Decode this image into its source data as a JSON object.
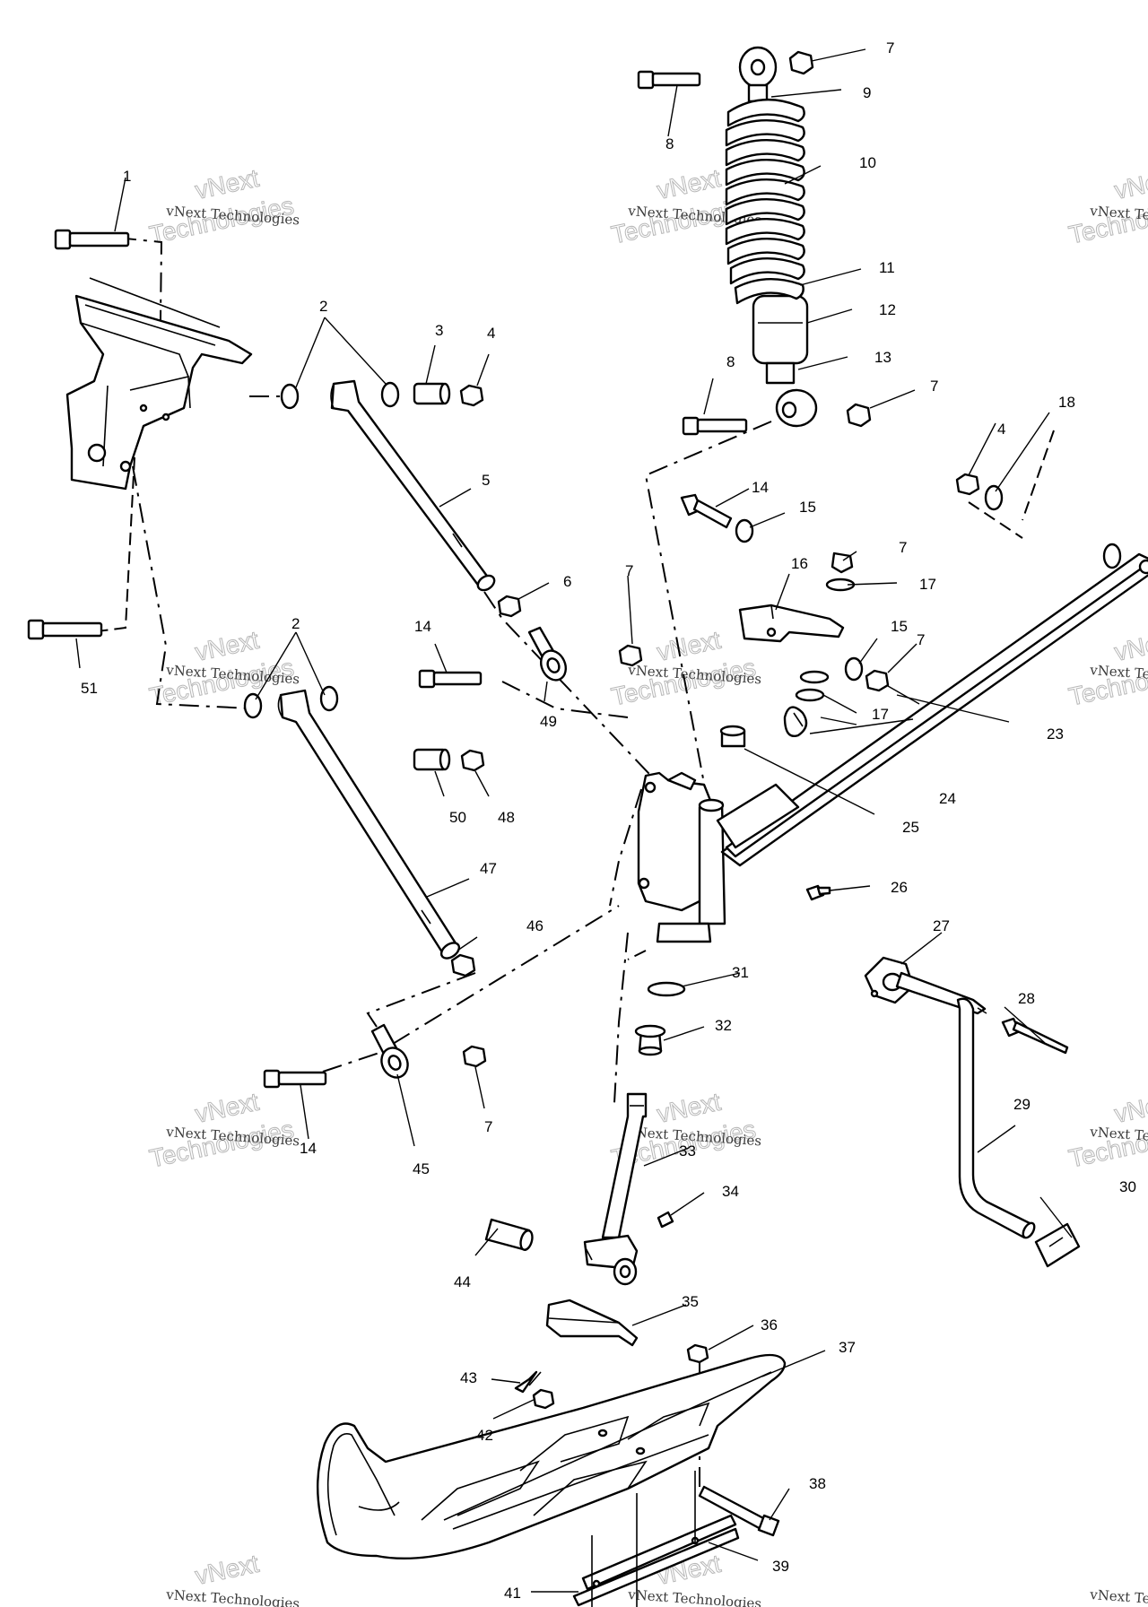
{
  "callouts": [
    "1",
    "2",
    "3",
    "4",
    "5",
    "6",
    "7",
    "8",
    "9",
    "10",
    "11",
    "12",
    "13",
    "14",
    "15",
    "16",
    "17",
    "18",
    "23",
    "24",
    "25",
    "26",
    "27",
    "28",
    "29",
    "30",
    "31",
    "32",
    "33",
    "34",
    "35",
    "36",
    "37",
    "38",
    "39",
    "41",
    "42",
    "43",
    "44",
    "45",
    "46",
    "47",
    "48",
    "49",
    "50",
    "51"
  ],
  "watermark": {
    "line1": "vNext Technologies",
    "line2": "vNext",
    "line3": "Technologies"
  }
}
